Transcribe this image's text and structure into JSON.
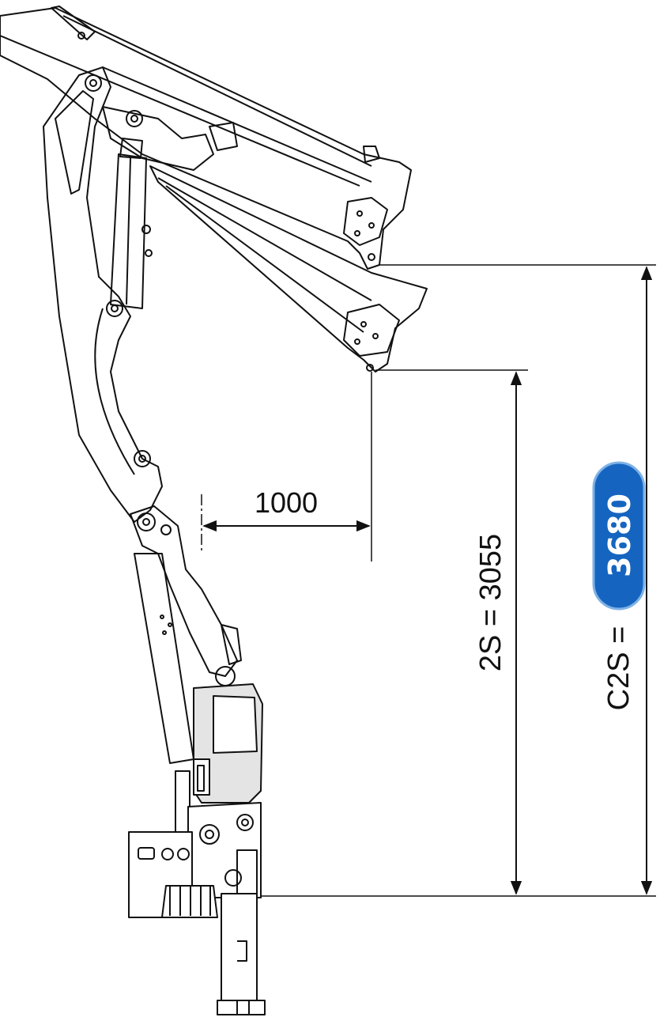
{
  "dimensions": {
    "horizontal_reach": "1000",
    "lift_2s": "2S = 3055",
    "lift_c2s_label": "C2S =",
    "lift_c2s_value": "3680"
  },
  "colors": {
    "line": "#111111",
    "badge_fill": "#1565c0",
    "badge_border": "#7fb2e5",
    "badge_text": "#ffffff",
    "body_fill": "#e4e4e4"
  }
}
